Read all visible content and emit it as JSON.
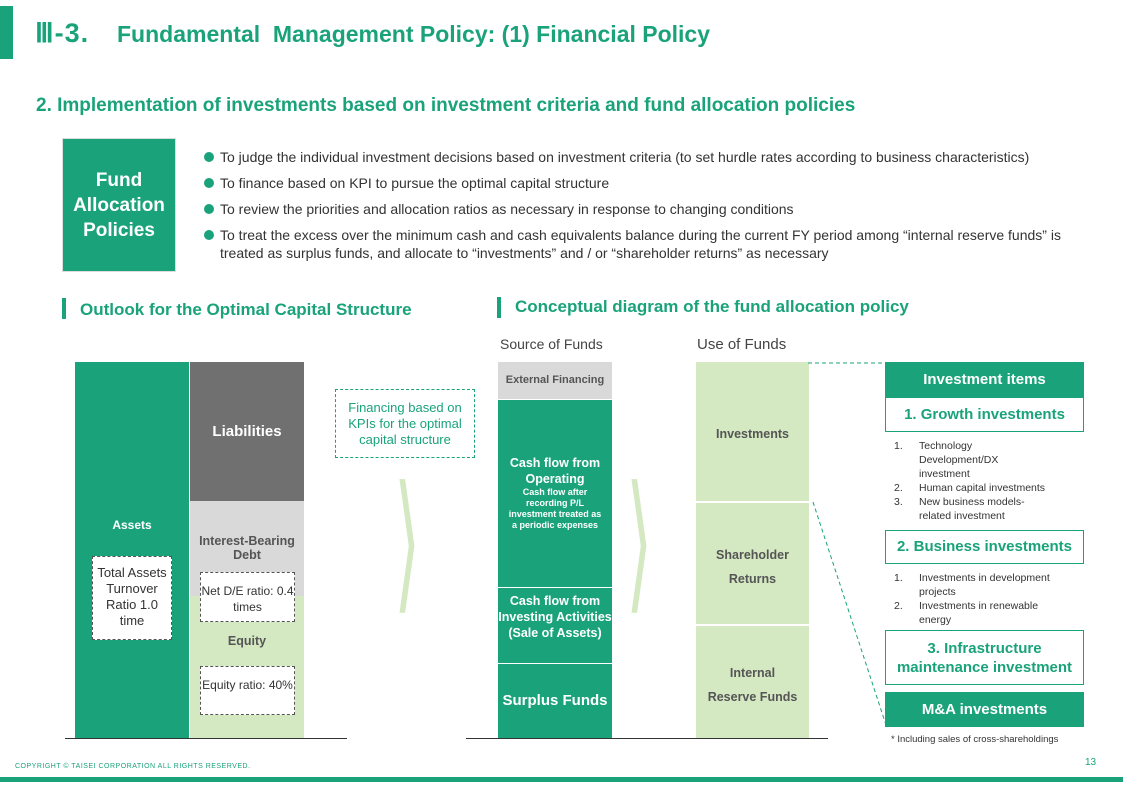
{
  "header": {
    "section_number": "Ⅲ-3.",
    "title": "Fundamental  Management Policy: (1) Financial Policy",
    "subtitle": "2. Implementation of investments based on investment criteria and fund allocation policies"
  },
  "fund_allocation": {
    "box_label": "Fund Allocation Policies",
    "bullets": [
      "To judge the individual investment decisions based on investment criteria (to set hurdle rates according to business characteristics)",
      "To finance based on KPI to pursue the optimal capital structure",
      "To review the priorities and allocation ratios as necessary in response to changing conditions",
      "To treat the excess over the minimum cash and cash equivalents balance during the current FY period among “internal reserve funds” is treated as surplus funds, and allocate to “investments” and / or “shareholder returns” as necessary"
    ]
  },
  "capital_structure": {
    "heading": "Outlook for the Optimal Capital Structure",
    "assets": "Assets",
    "liabilities": "Liabilities",
    "interest_bearing_debt": "Interest-Bearing Debt",
    "equity": "Equity",
    "turnover_note": "Total Assets Turnover Ratio 1.0 time",
    "de_note": "Net D/E ratio: 0.4 times",
    "equity_note": "Equity ratio: 40%",
    "financing_note": "Financing based on KPIs for the optimal capital structure"
  },
  "fund_diagram": {
    "heading": "Conceptual diagram of the fund allocation policy",
    "source_label": "Source of Funds",
    "use_label": "Use of Funds",
    "sources": {
      "external": "External Financing",
      "operating_title": "Cash flow from Operating",
      "operating_note": "Cash flow after recording P/L investment treated as a periodic expenses",
      "investing": "Cash flow from Investing Activities (Sale of Assets)",
      "surplus": "Surplus Funds"
    },
    "uses": {
      "investments": "Investments",
      "shareholder_returns": "Shareholder Returns",
      "internal_reserve": "Internal Reserve Funds"
    }
  },
  "investment_items": {
    "header": "Investment items",
    "growth": "1. Growth investments",
    "growth_list": [
      {
        "n": "1.",
        "t": "Technology Development/DX investment"
      },
      {
        "n": "2.",
        "t": "Human capital investments"
      },
      {
        "n": "3.",
        "t": "New business models-related investment"
      }
    ],
    "business": "2. Business investments",
    "business_list": [
      {
        "n": "1.",
        "t": "Investments in development projects"
      },
      {
        "n": "2.",
        "t": "Investments in renewable energy"
      }
    ],
    "infrastructure": "3. Infrastructure maintenance investment",
    "ma": "M&A investments",
    "footnote": "* Including sales of cross-shareholdings"
  },
  "footer": {
    "copyright": "COPYRIGHT © TAISEI CORPORATION ALL RIGHTS RESERVED.",
    "page_number": "13"
  },
  "colors": {
    "accent": "#1aa37a",
    "light_green": "#d4e8c2",
    "dark_grey": "#707070",
    "light_grey": "#d9d9d9"
  }
}
